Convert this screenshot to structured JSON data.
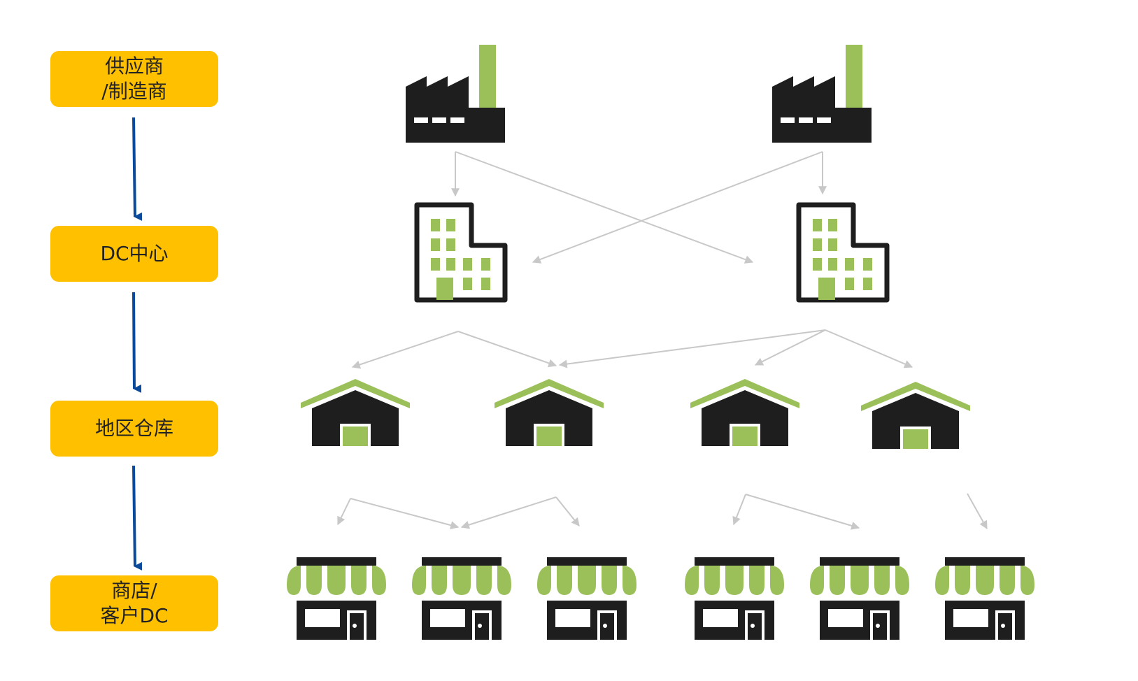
{
  "levels": [
    {
      "id": "supplier",
      "lines": [
        "供应商",
        "/制造商"
      ]
    },
    {
      "id": "dc",
      "lines": [
        "DC中心"
      ]
    },
    {
      "id": "warehouse",
      "lines": [
        "地区仓库"
      ]
    },
    {
      "id": "store",
      "lines": [
        "商店/",
        "客户DC"
      ]
    }
  ],
  "colors": {
    "label_bg": "#FFC000",
    "flow_arrow": "#0B4A9A",
    "icon_dark": "#1E1E1E",
    "icon_green": "#9BC05A",
    "connector": "#C8C8C8"
  },
  "icons": {
    "factories": [
      "factory-icon",
      "factory-icon"
    ],
    "dc_buildings": [
      "office-building-icon",
      "office-building-icon"
    ],
    "warehouses": [
      "warehouse-icon",
      "warehouse-icon",
      "warehouse-icon",
      "warehouse-icon"
    ],
    "stores": [
      "store-icon",
      "store-icon",
      "store-icon",
      "store-icon",
      "store-icon",
      "store-icon"
    ]
  }
}
